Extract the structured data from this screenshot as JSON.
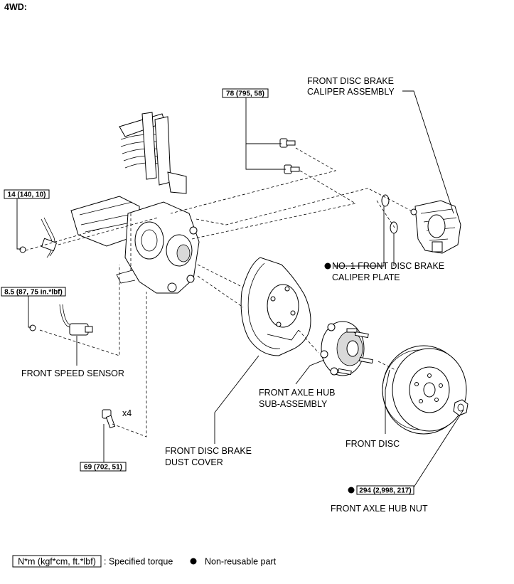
{
  "title": "4WD:",
  "labels": {
    "caliper_line1": "FRONT DISC BRAKE",
    "caliper_line2": "CALIPER ASSEMBLY",
    "plate_line1": "NO. 1 FRONT DISC BRAKE",
    "plate_line2": "CALIPER PLATE",
    "speed_sensor": "FRONT SPEED SENSOR",
    "hub_line1": "FRONT AXLE HUB",
    "hub_line2": "SUB-ASSEMBLY",
    "dust_line1": "FRONT DISC BRAKE",
    "dust_line2": "DUST COVER",
    "disc": "FRONT DISC",
    "hub_nut": "FRONT AXLE HUB NUT",
    "quantity_x4": "x4"
  },
  "torques": {
    "caliper_bolt": "78 (795, 58)",
    "sensor_bracket_bolt": "14 (140, 10)",
    "sensor_bolt": "8.5 (87, 75 in.*lbf)",
    "hub_bolt": "69 (702, 51)",
    "hub_nut": "294 (2,998, 217)"
  },
  "legend": {
    "torque_unit": "N*m (kgf*cm, ft.*lbf)",
    "torque_desc": ": Specified torque",
    "nonreusable_desc": "Non-reusable part"
  },
  "icons": {
    "nonreusable": "filled-circle-icon"
  }
}
